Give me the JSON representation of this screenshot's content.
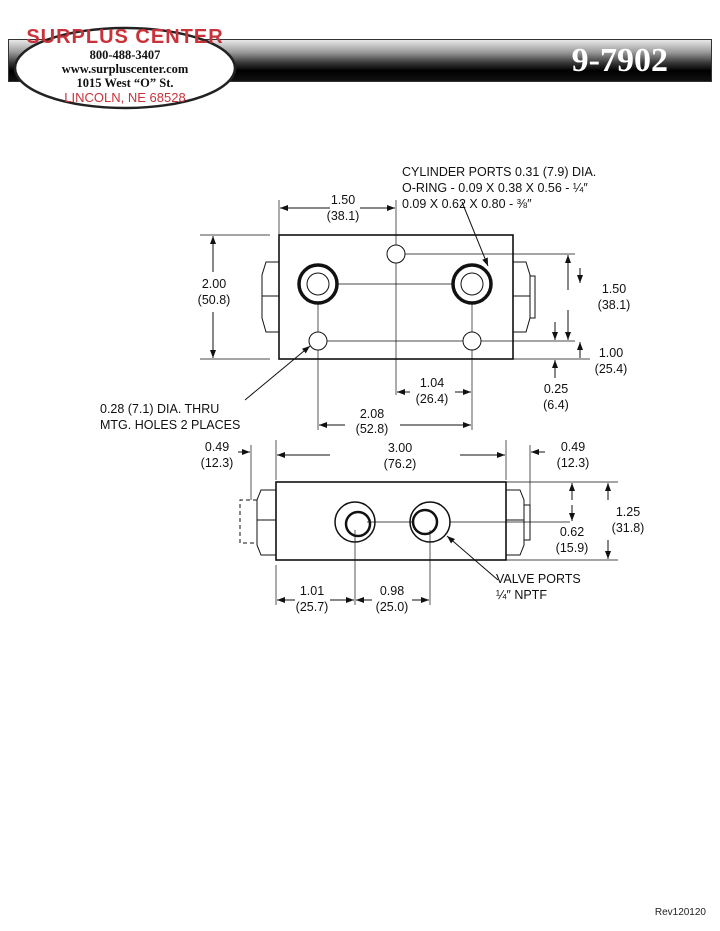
{
  "header": {
    "part_number": "9-7902"
  },
  "logo": {
    "name": "SURPLUS CENTER",
    "phone": "800-488-3407",
    "website": "www.surpluscenter.com",
    "address": "1015 West “O” St.",
    "city": "LINCOLN, NE 68528"
  },
  "drawing": {
    "top_view": {
      "cyl_ports": [
        "CYLINDER PORTS 0.31 (7.9) DIA.",
        "O-RING - 0.09 X 0.38 X 0.56 - ¼″",
        "0.09 X 0.62 X 0.80 - ⅜″"
      ],
      "dim_150_top": [
        "1.50",
        "(38.1)"
      ],
      "dim_200": [
        "2.00",
        "(50.8)"
      ],
      "dim_150_right": [
        "1.50",
        "(38.1)"
      ],
      "dim_100": [
        "1.00",
        "(25.4)"
      ],
      "dim_025": [
        "0.25",
        "(6.4)"
      ],
      "dim_104": [
        "1.04",
        "(26.4)"
      ],
      "dim_208": [
        "2.08",
        "(52.8)"
      ],
      "mtg_holes": [
        "0.28 (7.1) DIA. THRU",
        "MTG. HOLES 2 PLACES"
      ]
    },
    "side_view": {
      "dim_049_left": [
        "0.49",
        "(12.3)"
      ],
      "dim_300": [
        "3.00",
        "(76.2)"
      ],
      "dim_049_right": [
        "0.49",
        "(12.3)"
      ],
      "dim_125": [
        "1.25",
        "(31.8)"
      ],
      "dim_062": [
        "0.62",
        "(15.9)"
      ],
      "dim_101": [
        "1.01",
        "(25.7)"
      ],
      "dim_098": [
        "0.98",
        "(25.0)"
      ],
      "valve_ports": [
        "VALVE PORTS",
        "¼″ NPTF"
      ]
    }
  },
  "footer": {
    "revision": "Rev120120"
  },
  "colors": {
    "logo_red": "#c8323a"
  }
}
